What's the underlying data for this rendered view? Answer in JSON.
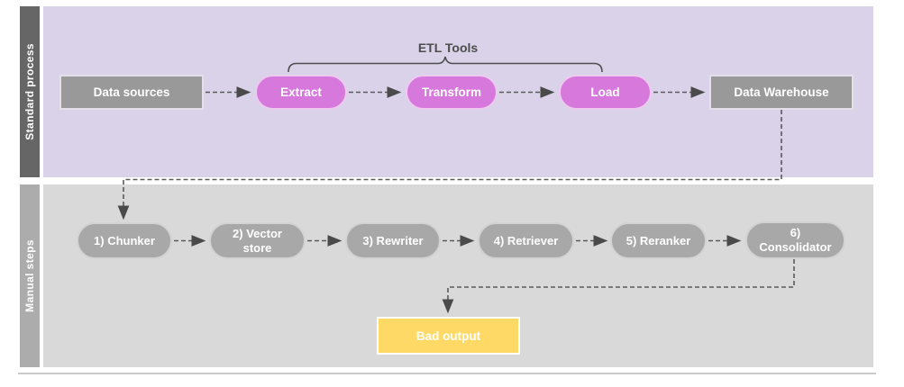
{
  "diagram": {
    "lanes": {
      "standard": {
        "label": "Standard process"
      },
      "manual": {
        "label": "Manual steps"
      }
    },
    "standard_nodes": {
      "data_sources": "Data sources",
      "extract": "Extract",
      "transform": "Transform",
      "load": "Load",
      "data_warehouse": "Data Warehouse"
    },
    "etl_tools_label": "ETL Tools",
    "manual_nodes": {
      "chunker": "1) Chunker",
      "vector_store": "2) Vector\nstore",
      "rewriter": "3) Rewriter",
      "retriever": "4) Retriever",
      "reranker": "5) Reranker",
      "consolidator": "6)\nConsolidator"
    },
    "bad_output": "Bad output",
    "colors": {
      "standard_lane_bg": "#D9D2E9",
      "standard_lane_bar": "#666666",
      "manual_lane_bg": "#D9D9D9",
      "manual_lane_bar": "#ACACAC",
      "gray_node_fill": "#999999",
      "etl_pill_fill": "#D678DC",
      "manual_pill_fill": "#A8A8A8",
      "bad_output_fill": "#FFD966",
      "connector_stroke": "#5A5A5A"
    }
  }
}
